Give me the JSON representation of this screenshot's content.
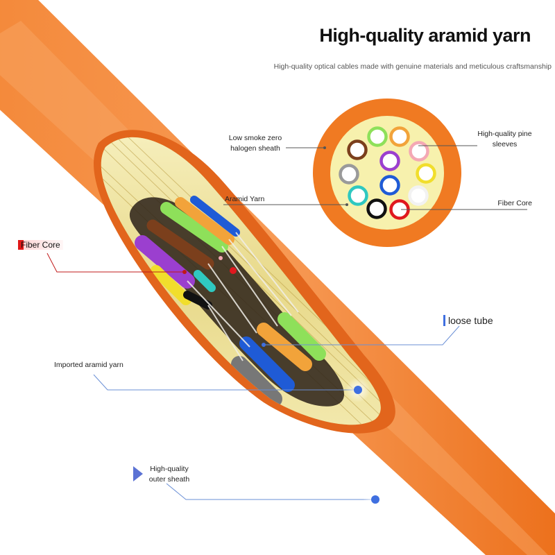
{
  "title": "High-quality aramid yarn",
  "subtitle": "High-quality optical cables made with genuine materials and meticulous craftsmanship",
  "labels": {
    "low_smoke": "Low smoke zero halogen sheath",
    "pine_sleeves": "High-quality pine sleeves",
    "aramid_yarn": "Aramid Yarn",
    "fiber_core_right": "Fiber Core",
    "fiber_core_left": "Fiber Core",
    "loose_tube": "loose tube",
    "imported_aramid": "Imported aramid yarn",
    "outer_sheath": "High-quality outer sheath"
  },
  "colors": {
    "sheath_orange": "#f07a22",
    "sheath_light": "#f7a15a",
    "aramid_yellow": "#f5eba3",
    "leader_line": "#6a8fd6",
    "pointer_dot": "#3f6fe0",
    "fiber_tag_red": "#e01818"
  },
  "fiber_colors": [
    "#8ee05a",
    "#f2a33a",
    "#1f5bd6",
    "#7b3f1c",
    "#f4a8b4",
    "#9b3fcf",
    "#9a9a9a",
    "#f1de2c",
    "#2fc8c0",
    "#f2f2f2",
    "#111111",
    "#e0181e"
  ]
}
